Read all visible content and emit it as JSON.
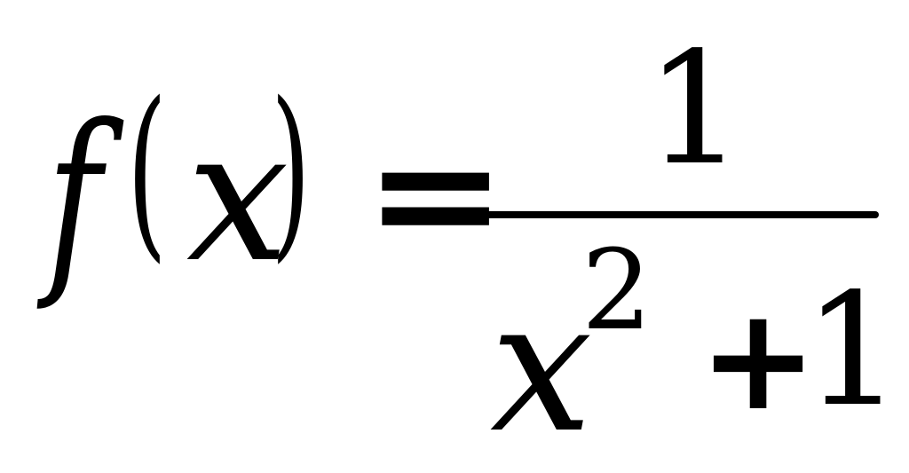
{
  "formula": {
    "lhs": {
      "function_name": "f",
      "open_paren": "(",
      "variable": "x",
      "close_paren": ")"
    },
    "equals": "=",
    "numerator": "1",
    "denominator": {
      "base": "x",
      "exponent": "2",
      "operator": "+",
      "constant": "1"
    }
  }
}
